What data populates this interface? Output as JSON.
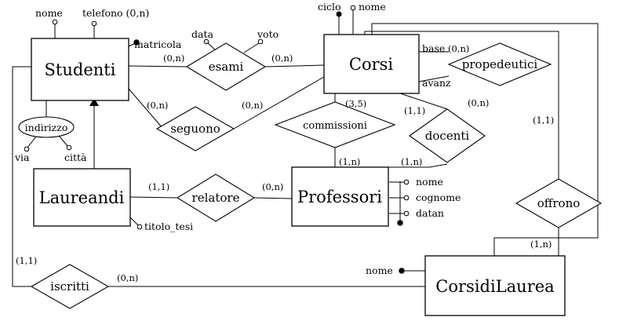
{
  "entities": {
    "studenti": "Studenti",
    "corsi": "Corsi",
    "laureandi": "Laureandi",
    "professori": "Professori",
    "corsidilaurea": "CorsidiLaurea"
  },
  "relationships": {
    "esami": "esami",
    "seguono": "seguono",
    "propedeutici": "propedeutici",
    "commissioni": "commissioni",
    "docenti": "docenti",
    "relatore": "relatore",
    "offrono": "offrono",
    "iscritti": "iscritti"
  },
  "attributes": {
    "studenti_nome": "nome",
    "studenti_telefono": "telefono (0,n)",
    "studenti_matricola": "matricola",
    "indirizzo": "indirizzo",
    "via": "via",
    "citta": "città",
    "esami_data": "data",
    "esami_voto": "voto",
    "corsi_ciclo": "ciclo",
    "corsi_nome": "nome",
    "titolo_tesi": "titolo_tesi",
    "prof_nome": "nome",
    "prof_cognome": "cognome",
    "prof_datan": "datan",
    "cdl_nome": "nome"
  },
  "roles": {
    "base": "base",
    "avanz": "avanz"
  },
  "cardinalities": {
    "esami_studenti": "(0,n)",
    "esami_corsi": "(0,n)",
    "seguono_studenti": "(0,n)",
    "seguono_corsi": "(0,n)",
    "prop_base": "(0,n)",
    "prop_avanz": "(0,n)",
    "commissioni_corsi": "(3,5)",
    "commissioni_prof": "(1,n)",
    "docenti_corsi": "(1,1)",
    "docenti_prof": "(1,n)",
    "relatore_laureandi": "(1,1)",
    "relatore_prof": "(0,n)",
    "offrono_corsi": "(1,1)",
    "offrono_cdl": "(1,n)",
    "iscritti_studenti": "(1,1)",
    "iscritti_cdl": "(0,n)"
  }
}
